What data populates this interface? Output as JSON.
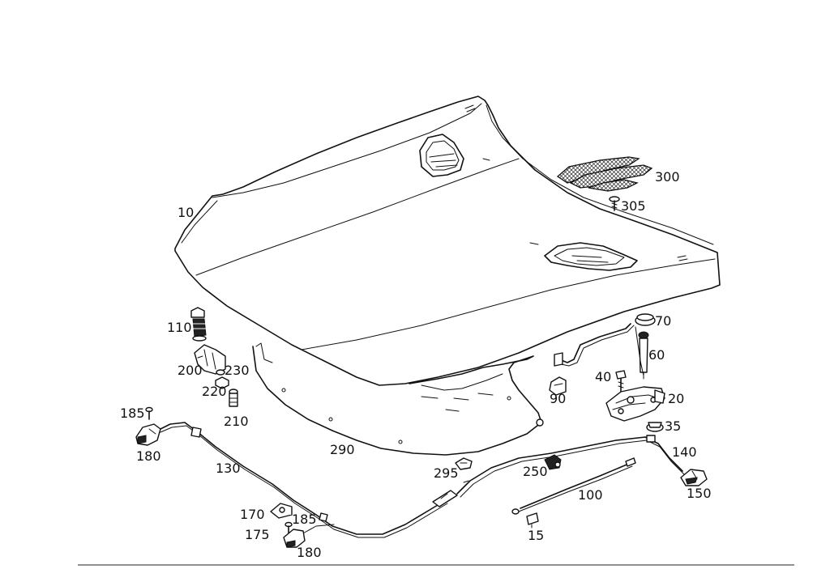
{
  "labels": {
    "l10": "10",
    "l300": "300",
    "l305": "305",
    "l70": "70",
    "l60": "60",
    "l110": "110",
    "l200": "200",
    "l230": "230",
    "l220": "220",
    "l210": "210",
    "l40": "40",
    "l90": "90",
    "l20": "20",
    "l35": "35",
    "l185a": "185",
    "l180a": "180",
    "l290": "290",
    "l140": "140",
    "l130": "130",
    "l295": "295",
    "l250": "250",
    "l150": "150",
    "l100": "100",
    "l170": "170",
    "l185b": "185",
    "l175": "175",
    "l15": "15",
    "l180b": "180"
  }
}
